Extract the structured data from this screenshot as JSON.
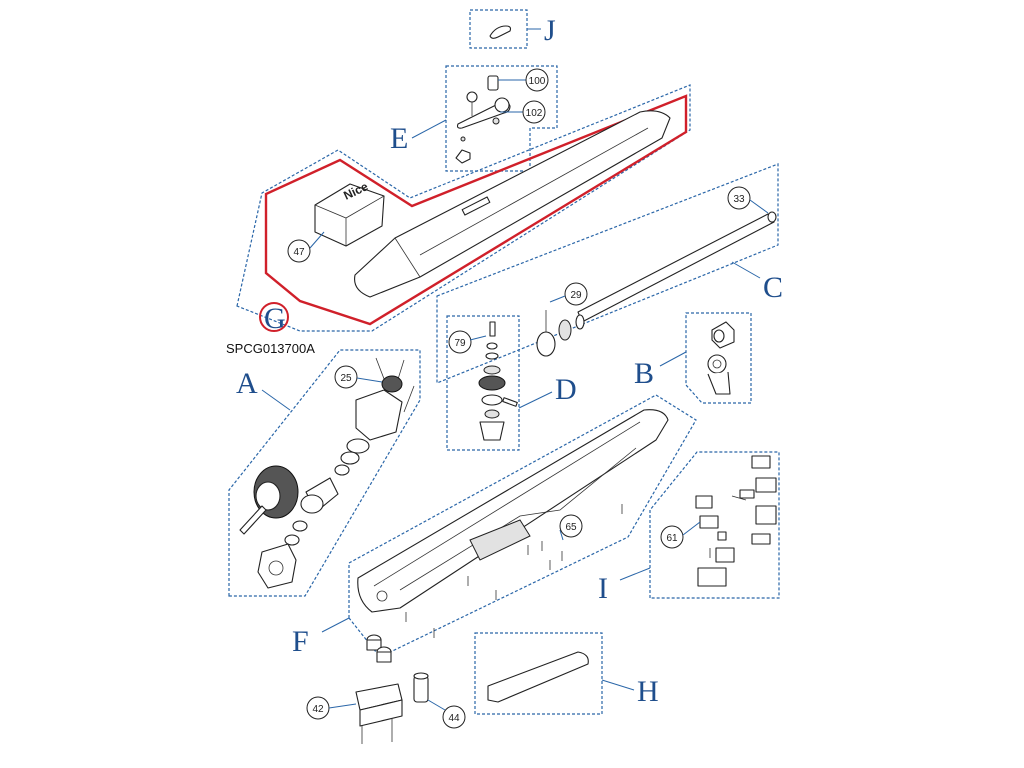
{
  "diagram_code": "SPCG013700A",
  "groups": {
    "A": "A",
    "B": "B",
    "C": "C",
    "D": "D",
    "E": "E",
    "F": "F",
    "G": "G",
    "H": "H",
    "I": "I",
    "J": "J"
  },
  "callouts": {
    "c100": "100",
    "c102": "102",
    "c47": "47",
    "c33": "33",
    "c29": "29",
    "c79": "79",
    "c25": "25",
    "c65": "65",
    "c61": "61",
    "c42": "42",
    "c44": "44"
  },
  "brand_text": "Nice",
  "colors": {
    "group_label": "#1f4e8c",
    "dashed_outline": "#2a66a8",
    "highlight_outline": "#d0202a"
  },
  "highlighted_group": "G"
}
